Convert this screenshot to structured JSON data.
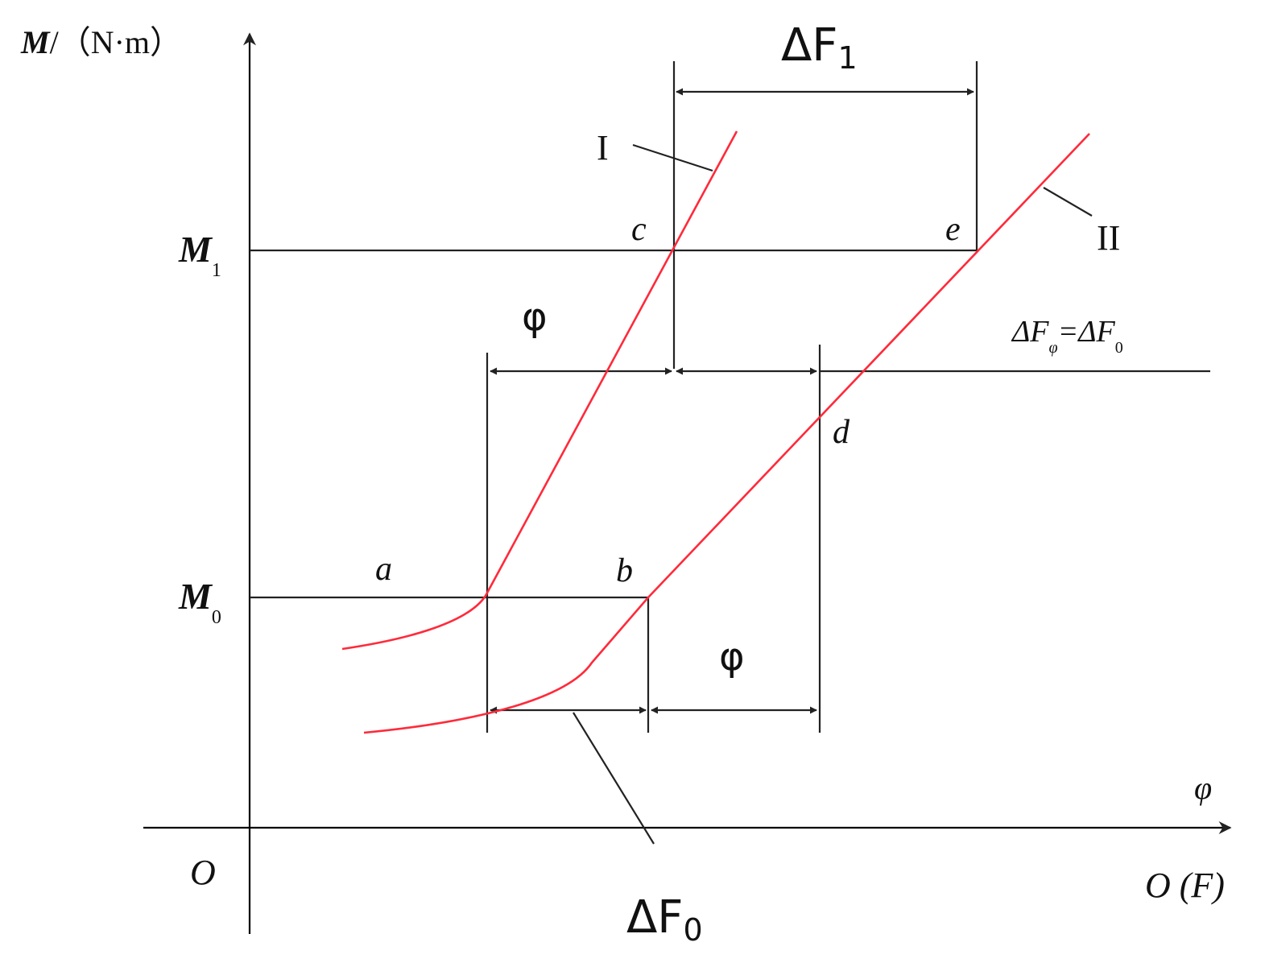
{
  "axes": {
    "y_label_var": "M",
    "y_label_unit": "/（N·m）",
    "x_label_var": "φ",
    "x_label_alt": "O (F)",
    "origin": "O"
  },
  "levels": {
    "m1_main": "M",
    "m1_sub": "1",
    "m0_main": "M",
    "m0_sub": "0"
  },
  "points": {
    "a": "a",
    "b": "b",
    "c": "c",
    "d": "d",
    "e": "e"
  },
  "curves": [
    {
      "id": "I",
      "label": "I",
      "color": "#ff2a3a"
    },
    {
      "id": "II",
      "label": "II",
      "color": "#ff2a3a"
    }
  ],
  "annotations": {
    "delta_f1_main": "ΔF",
    "delta_f1_sub": "1",
    "delta_f0_main": "ΔF",
    "delta_f0_sub": "0",
    "phi_upper": "φ",
    "phi_lower": "φ",
    "eq_left_main": "ΔF",
    "eq_left_sub": "φ",
    "eq_mid": "=ΔF",
    "eq_right_sub": "0"
  }
}
